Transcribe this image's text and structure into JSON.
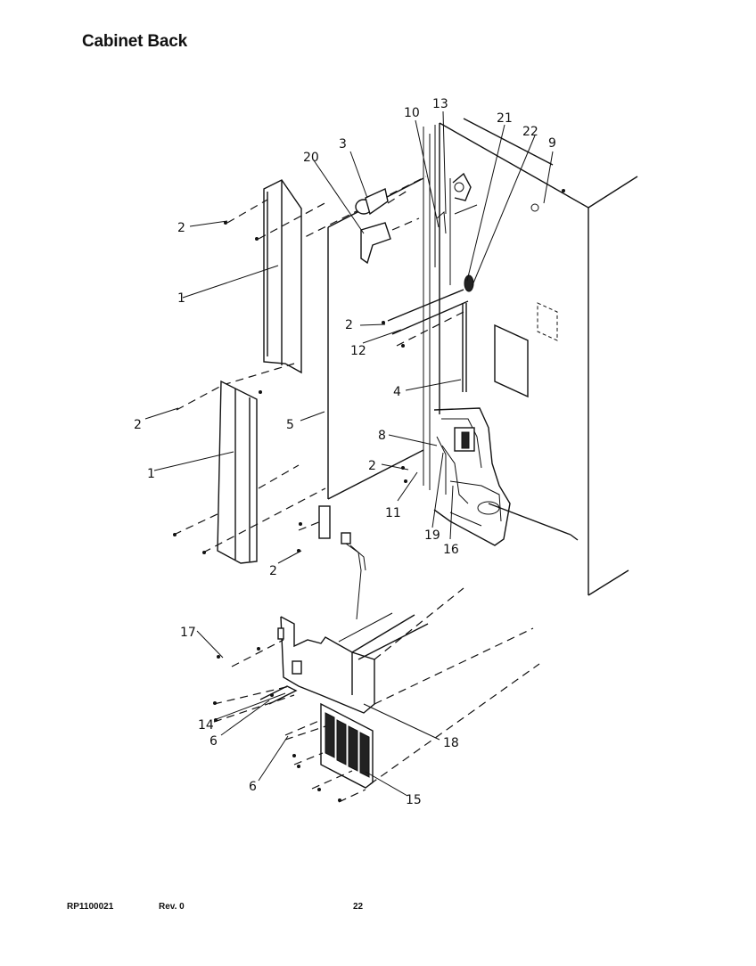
{
  "header": {
    "title": "Cabinet Back"
  },
  "footer": {
    "part_number": "RP1100021",
    "revision": "Rev. 0",
    "page_number": "22"
  },
  "callouts": {
    "c1a": "1",
    "c1b": "1",
    "c2a": "2",
    "c2b": "2",
    "c2c": "2",
    "c2d": "2",
    "c2e": "2",
    "c3": "3",
    "c4": "4",
    "c5": "5",
    "c6a": "6",
    "c6b": "6",
    "c8": "8",
    "c9": "9",
    "c10": "10",
    "c11": "11",
    "c12": "12",
    "c13": "13",
    "c14": "14",
    "c15": "15",
    "c16": "16",
    "c17": "17",
    "c18": "18",
    "c19": "19",
    "c20": "20",
    "c21": "21",
    "c22": "22"
  }
}
